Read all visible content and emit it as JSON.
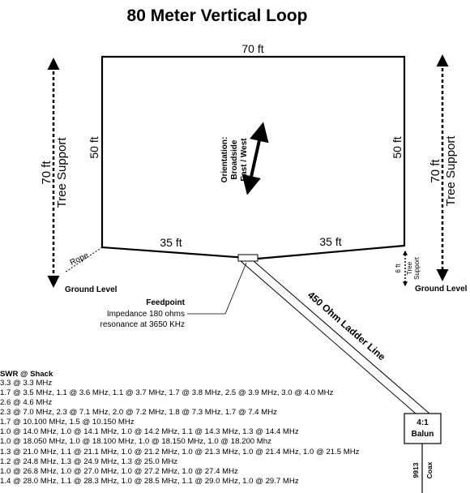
{
  "title": "80 Meter Vertical Loop",
  "labels": {
    "top": "70 ft",
    "left_side": "50 ft",
    "right_side": "50 ft",
    "bottom_left": "35 ft",
    "bottom_right": "35 ft",
    "rope": "Rope",
    "ground_left": "Ground Level",
    "ground_right": "Ground Level",
    "left_support_height": "70 ft",
    "left_support_label": "Tree Support",
    "right_support_height": "70 ft",
    "right_support_label": "Tree Support",
    "small_support_height": "6 ft",
    "small_support_line1": "Tree",
    "small_support_line2": "Support",
    "orientation_line1": "Orientation:",
    "orientation_line2": "Broadside",
    "orientation_line3": "East / West",
    "feedpoint_title": "Feedpoint",
    "feedpoint_line1": "Impedance 180 ohms",
    "feedpoint_line2": "resonance at 3650 KHz",
    "ladder_line": "450 Ohm Ladder Line",
    "balun_line1": "4:1",
    "balun_line2": "Balun",
    "coax_line1": "9913",
    "coax_line2": "Coax"
  },
  "swr": {
    "title": "SWR @ Shack",
    "lines": [
      "3.3 @ 3.3 MHz",
      "1.7 @ 3.5 MHz, 1.1 @ 3.6 MHz, 1.1 @ 3.7 MHz, 1.7 @ 3.8 MHz, 2.5 @ 3.9 MHz, 3.0 @ 4.0 MHz",
      "2.6 @ 4.6 MHz",
      "2.3 @ 7.0 MHz, 2.3 @ 7.1 MHz, 2.0 @ 7.2 MHz, 1.8 @ 7.3 MHz, 1.7 @ 7.4 MHz",
      "1.7 @ 10.100 MHz, 1.5 @ 10.150 MHz",
      "1.0 @ 14.0 MHz, 1.0 @ 14.1 MHz, 1.0 @ 14.2 MHz, 1.1 @ 14.3 MHz, 1.3 @ 14.4 MHz",
      "1.0 @ 18.050 MHz, 1.0 @ 18.100 MHz, 1.0 @ 18.150 MHz, 1.0 @ 18.200 Mhz",
      "1.3 @ 21.0 MHz, 1.1 @ 21.1 MHz, 1.0 @ 21.2 MHz, 1.0 @ 21.3 MHz, 1.0 @ 21.4 MHz, 1.0 @ 21.5 MHz",
      "1.2 @ 24.8 MHz, 1.3 @ 24.9 MHz, 1.3 @ 25.0 MHz",
      "1.0 @ 26.8 MHz, 1.0 @ 27.0 MHz, 1.0 @ 27.2 MHz, 1.0 @ 27.4 MHz",
      "1.4 @ 28.0 MHz, 1.1 @ 28.3 MHz, 1.0 @ 28.5 MHz, 1.1 @ 29.0 MHz, 1.0 @ 29.7 MHz"
    ]
  }
}
